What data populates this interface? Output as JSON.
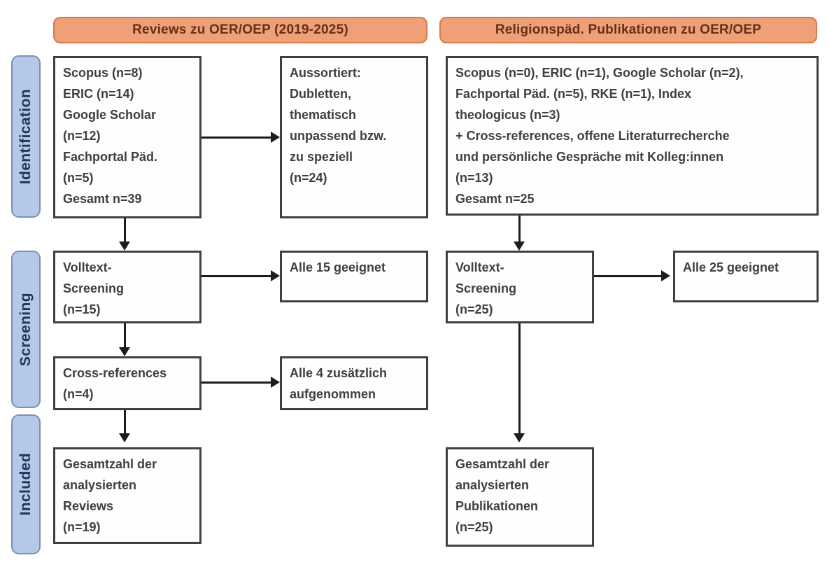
{
  "figure": {
    "type": "prisma-flow-diagram",
    "headers": {
      "left": "Reviews zu OER/OEP (2019-2025)",
      "right": "Religionspäd. Publikationen zu OER/OEP"
    },
    "stages": {
      "identification": "Identification",
      "screening": "Screening",
      "included": "Included"
    },
    "boxes": {
      "left_sources": {
        "lines": [
          "Scopus (n=8)",
          "ERIC (n=14)",
          "Google Scholar",
          "(n=12)",
          "Fachportal Päd.",
          "(n=5)",
          "Gesamt n=39"
        ]
      },
      "left_excluded": {
        "lines": [
          "Aussortiert:",
          "Dubletten,",
          "thematisch",
          "unpassend bzw.",
          "zu speziell",
          "(n=24)"
        ]
      },
      "right_sources": {
        "lines": [
          "Scopus (n=0), ERIC (n=1), Google Scholar (n=2),",
          "Fachportal Päd. (n=5), RKE (n=1), Index",
          "theologicus (n=3)",
          "+ Cross-references, offene Literaturrecherche",
          "und persönliche Gespräche mit Kolleg:innen",
          "(n=13)",
          "Gesamt n=25"
        ]
      },
      "left_fulltext": {
        "lines": [
          "Volltext-",
          "Screening",
          "(n=15)"
        ]
      },
      "left_eligible": {
        "lines": [
          "Alle 15 geeignet"
        ]
      },
      "right_fulltext": {
        "lines": [
          "Volltext-",
          "Screening",
          "(n=25)"
        ]
      },
      "right_eligible": {
        "lines": [
          "Alle 25 geeignet"
        ]
      },
      "left_crossref": {
        "lines": [
          "Cross-references",
          "(n=4)"
        ]
      },
      "left_added": {
        "lines": [
          "Alle 4 zusätzlich",
          "aufgenommen"
        ]
      },
      "left_total": {
        "lines": [
          "Gesamtzahl der",
          "analysierten",
          "Reviews",
          "(n=19)"
        ]
      },
      "right_total": {
        "lines": [
          "Gesamtzahl der",
          "analysierten",
          "Publikationen",
          "(n=25)"
        ]
      }
    },
    "colors": {
      "header_fill": "#efa077",
      "header_border": "#d57b4d",
      "header_text": "#63301a",
      "stage_fill": "#b5c8e8",
      "stage_border": "#7b90b6",
      "stage_text": "#21355c",
      "box_background": "#fefefe",
      "box_border": "#404040",
      "box_text": "#3f3f3f",
      "arrow": "#1d1d1d",
      "page_background": "#ffffff"
    }
  }
}
